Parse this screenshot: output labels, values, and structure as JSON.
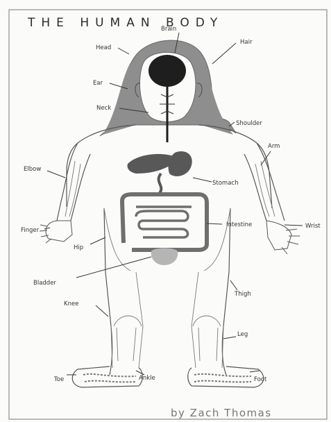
{
  "title": "THE  HUMAN  BODY",
  "credit": "by Zach Thomas",
  "labels": {
    "brain": "Brain",
    "head": "Head",
    "hair": "Hair",
    "ear": "Ear",
    "neck": "Neck",
    "shoulder": "Shoulder",
    "arm": "Arm",
    "elbow": "Elbow",
    "stomach": "Stomach",
    "finger": "Finger",
    "intestine": "Intestine",
    "wrist": "Wrist",
    "hip": "Hip",
    "bladder": "Bladder",
    "thigh": "Thigh",
    "knee": "Knee",
    "leg": "Leg",
    "toe": "Toe",
    "ankle": "Ankle",
    "foot": "Foot"
  },
  "colors": {
    "hair": "#8e8e8e",
    "brain": "#1e1e1e",
    "organs": "#585858",
    "intestine": "#6f6f6f",
    "bladder": "#b5b5b5",
    "outline": "#555555"
  }
}
